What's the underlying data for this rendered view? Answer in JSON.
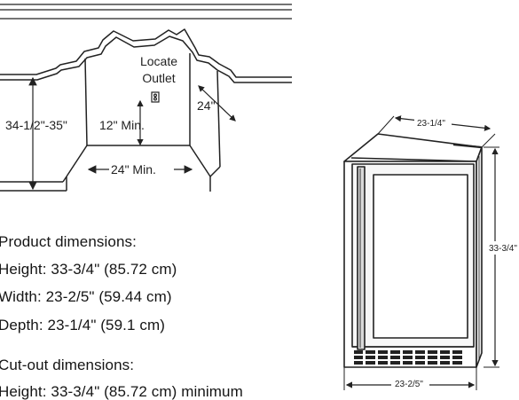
{
  "cutout_diagram": {
    "outlet_label_line1": "Locate",
    "outlet_label_line2": "Outlet",
    "height_label": "34-1/2\"-35\"",
    "outlet_height_label": "12\" Min.",
    "depth_label": "24\"",
    "width_label": "24\" Min."
  },
  "product_diagram": {
    "depth_label": "23-1/4\"",
    "height_label": "33-3/4\"",
    "width_label": "23-2/5\""
  },
  "specs": {
    "product_heading": "Product dimensions:",
    "product_height": "Height: 33-3/4\" (85.72 cm)",
    "product_width": "Width: 23-2/5\" (59.44 cm)",
    "product_depth": "Depth: 23-1/4\" (59.1 cm)",
    "cutout_heading": "Cut-out dimensions:",
    "cutout_height": "Height: 33-3/4\" (85.72 cm) minimum"
  }
}
